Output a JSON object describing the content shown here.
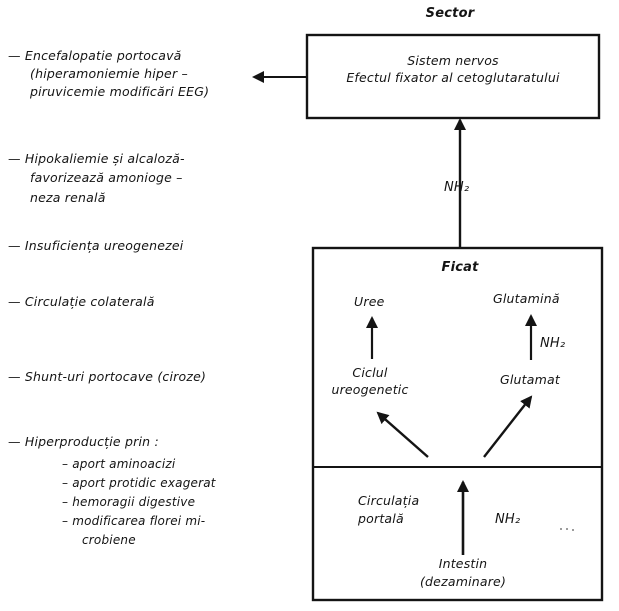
{
  "diagram": {
    "sector_title": "Sector",
    "nervous_box": {
      "line1": "Sistem nervos",
      "line2": "Efectul fixator al cetoglutaratului"
    },
    "nh2_upper": "NH₂",
    "liver": {
      "title": "Ficat",
      "uree": "Uree",
      "glutamina": "Glutamină",
      "nh2_right": "NH₂",
      "ciclul_line1": "Ciclul",
      "ciclul_line2": "ureogenetic",
      "glutamat": "Glutamat"
    },
    "portal": {
      "line1": "Circulația",
      "line2": "portală",
      "nh2": "NH₂"
    },
    "intestin": {
      "line1": "Intestin",
      "line2": "(dezaminare)"
    },
    "left_list": {
      "encefalopatie": {
        "line1": "Encefalopatie portocavă",
        "line2": "(hiperamoniemie hiper –",
        "line3": "piruvicemie modificări EEG)"
      },
      "hipokaliemie": {
        "line1": "Hipokaliemie și alcaloză-",
        "line2": "favorizează amoniogе –",
        "line3": "neza renală"
      },
      "insuficienta": "Insuficiența ureogenezei",
      "circulatie_colaterala": "Circulație colaterală",
      "shunt": "Shunt-uri portocave (ciroze)",
      "hiperproductie": {
        "title": "Hiperproducție prin :",
        "items": [
          "aport aminoacizi",
          "aport protidic exagerat",
          "hemoragii digestive",
          "modificarea florei mi-"
        ],
        "items_continuation": "crobiene"
      }
    }
  }
}
